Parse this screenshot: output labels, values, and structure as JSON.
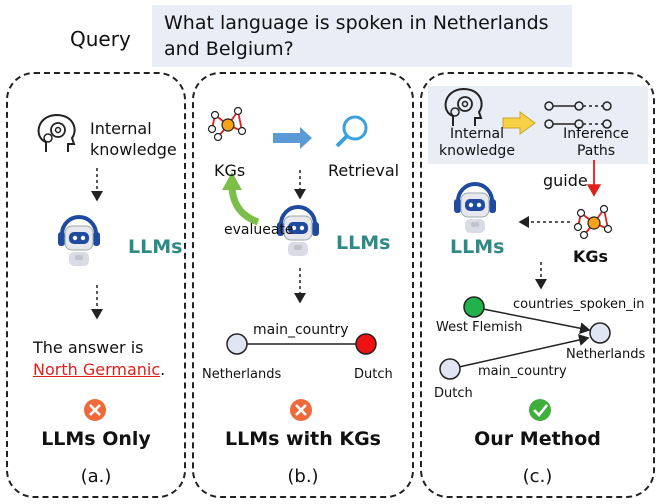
{
  "query": {
    "label": "Query",
    "text": "What language is spoken in Netherlands and Belgium?"
  },
  "panel_a": {
    "internal_knowledge": "Internal knowledge",
    "llms": "LLMs",
    "answer_prefix": "The answer is",
    "answer_value": "North Germanic",
    "answer_suffix": ".",
    "method": "LLMs Only",
    "caption": "(a.)"
  },
  "panel_b": {
    "kgs": "KGs",
    "retrieval": "Retrieval",
    "evaluate": "evalueate",
    "llms": "LLMs",
    "edge_label": "main_country",
    "node_left": "Netherlands",
    "node_right": "Dutch",
    "method": "LLMs with KGs",
    "caption": "(b.)"
  },
  "panel_c": {
    "internal_knowledge": "Internal knowledge",
    "inference_paths": "Inference Paths",
    "guide": "guide",
    "llms": "LLMs",
    "kgs": "KGs",
    "edge_top": "countries_spoken_in",
    "edge_bottom": "main_country",
    "node_west_flemish": "West Flemish",
    "node_netherlands": "Netherlands",
    "node_dutch": "Dutch",
    "method": "Our Method",
    "caption": "(c.)"
  },
  "colors": {
    "llm_text": "#2e8a84",
    "fail": "#ef6a3b",
    "success": "#3fae3c",
    "node_green": "#22b24c",
    "node_red": "#ee1111",
    "node_light": "#dfe5f3",
    "highlight_box": "#e8edf6",
    "arrow_blue": "#5b9bd5",
    "arrow_yellow": "#f7d046",
    "arrow_green": "#7bbf4a",
    "guide_red": "#e0201c"
  }
}
